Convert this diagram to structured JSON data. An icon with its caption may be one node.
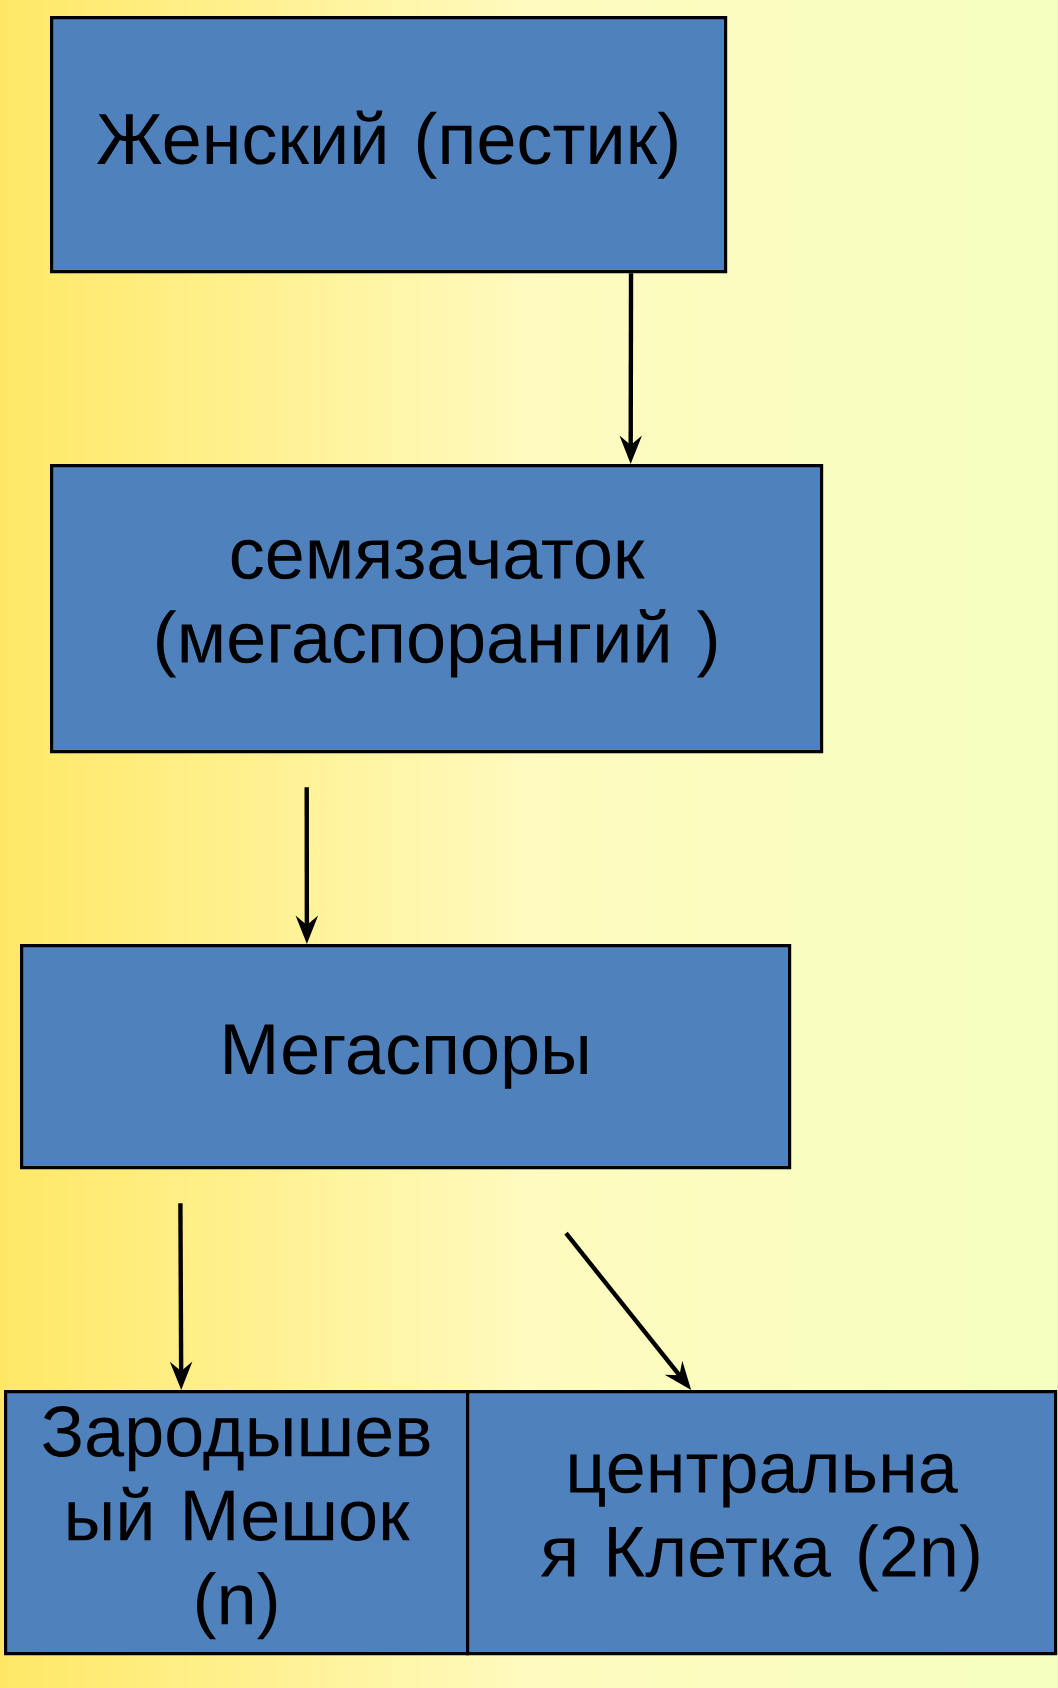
{
  "diagram": {
    "nodes": [
      {
        "text": [
          "Женский (пестик)"
        ]
      },
      {
        "text": [
          "семязачаток (мегаспорангий )"
        ]
      },
      {
        "text": [
          "Мегаспоры"
        ]
      },
      {
        "text": [
          "Зародышев ый Мешок (n)"
        ]
      },
      {
        "text": [
          "центральна я Клетка (2n)"
        ]
      }
    ],
    "edges": [
      {
        "from": 0,
        "to": 1,
        "arrow": "to"
      },
      {
        "from": 1,
        "to": 2,
        "arrow": "to"
      },
      {
        "from": 2,
        "to": 3,
        "arrow": "to"
      },
      {
        "from": 2,
        "to": 4,
        "arrow": "to"
      }
    ]
  }
}
